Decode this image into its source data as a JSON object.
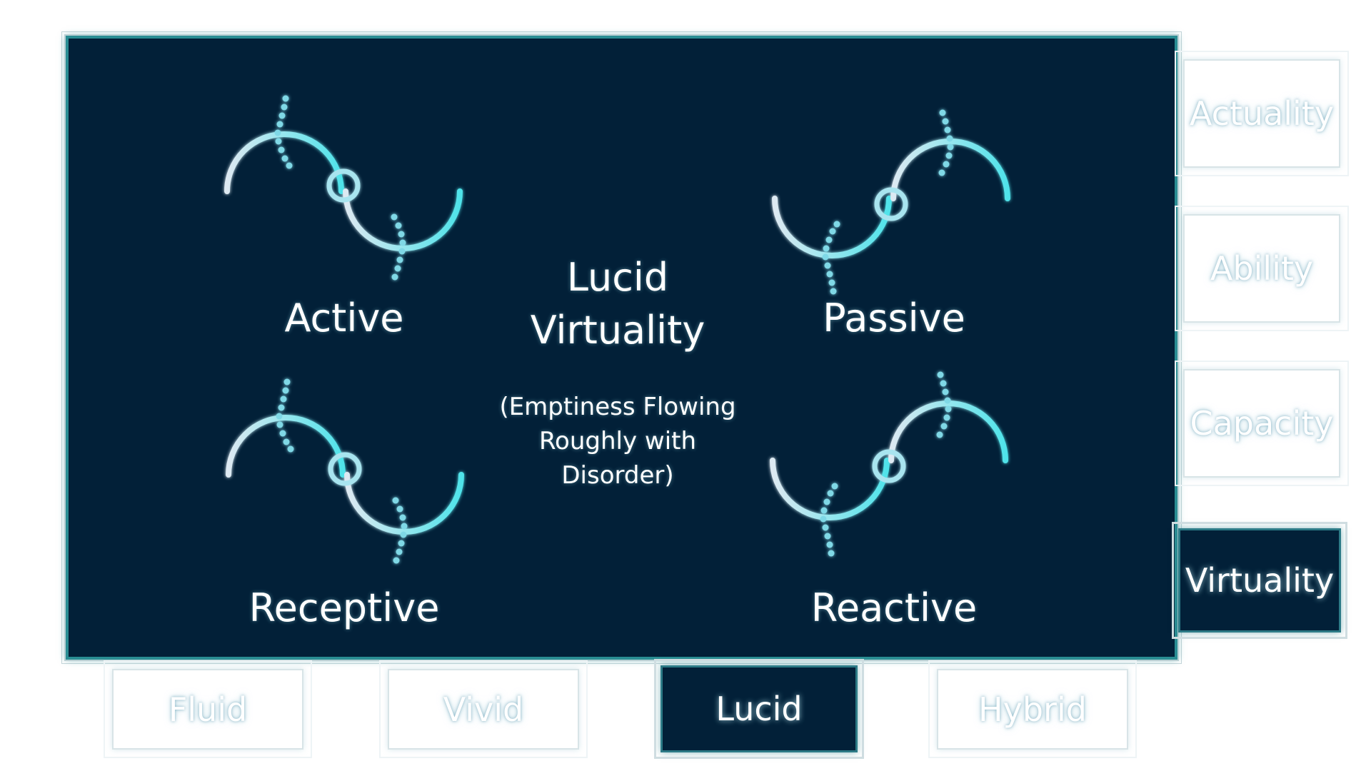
{
  "center": {
    "title_line1": "Lucid",
    "title_line2": "Virtuality",
    "subtitle_line1": "(Emptiness Flowing",
    "subtitle_line2": "Roughly with",
    "subtitle_line3": "Disorder)"
  },
  "modes": {
    "top_left": "Active",
    "top_right": "Passive",
    "bottom_left": "Receptive",
    "bottom_right": "Reactive"
  },
  "side_tabs": [
    {
      "label": "Actuality",
      "active": false
    },
    {
      "label": "Ability",
      "active": false
    },
    {
      "label": "Capacity",
      "active": false
    },
    {
      "label": "Virtuality",
      "active": true
    }
  ],
  "bottom_tabs": [
    {
      "label": "Fluid",
      "active": false
    },
    {
      "label": "Vivid",
      "active": false
    },
    {
      "label": "Lucid",
      "active": true
    },
    {
      "label": "Hybrid",
      "active": false
    }
  ],
  "colors": {
    "panel_bg": "#022038",
    "accent_cyan": "#4fe3ea",
    "glyph_white": "#e6f1f6",
    "border_teal": "#2a8d93"
  },
  "icons": {
    "top_left": "wave-symbol-icon",
    "top_right": "wave-symbol-icon",
    "bottom_left": "wave-symbol-icon",
    "bottom_right": "wave-symbol-icon"
  }
}
